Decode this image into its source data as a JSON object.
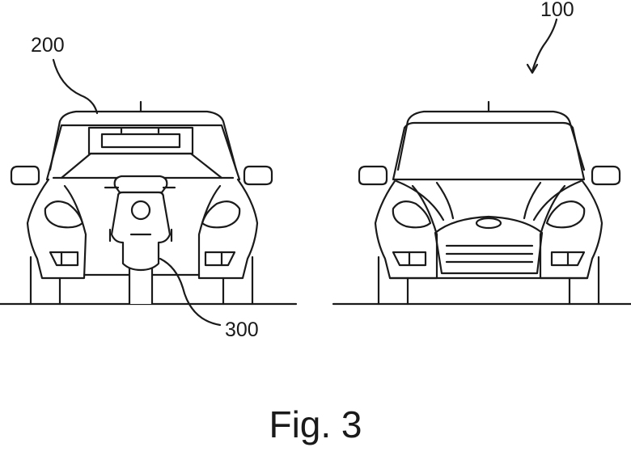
{
  "labels": {
    "ref_200": "200",
    "ref_100": "100",
    "ref_300": "300"
  },
  "caption": "Fig. 3",
  "colors": {
    "ink": "#1a1a1a",
    "background": "#ffffff"
  }
}
